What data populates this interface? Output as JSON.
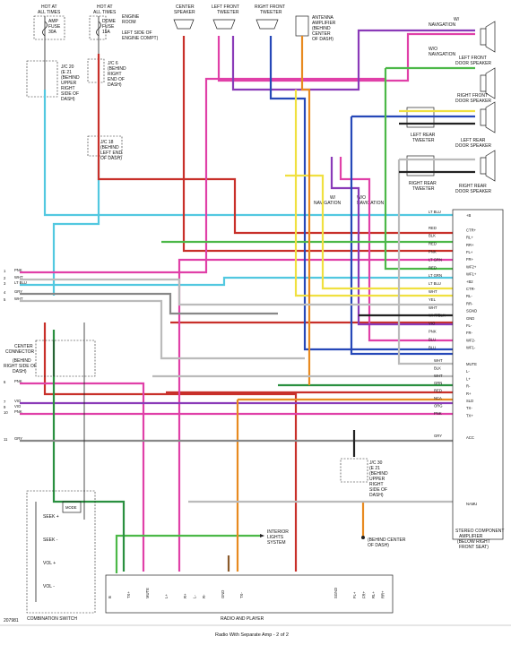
{
  "diagram_id": "207981",
  "page_title": "Radio With Separate Amp - 2 of 2",
  "fuses": [
    {
      "top": "HOT AT",
      "top2": "ALL TIMES",
      "name": "AMP",
      "l2": "FUSE",
      "l3": "30A"
    },
    {
      "top": "HOT AT",
      "top2": "ALL TIMES",
      "name": "DOME",
      "l2": "FUSE",
      "l3": "15A",
      "loc1": "ENGINE",
      "loc2": "ROOM",
      "loc3": "LEFT SIDE OF",
      "loc4": "ENGINE COMPT)"
    }
  ],
  "speakers_top": [
    {
      "l1": "CENTER",
      "l2": "SPEAKER"
    },
    {
      "l1": "LEFT FRONT",
      "l2": "TWEETER"
    },
    {
      "l1": "RIGHT FRONT",
      "l2": "TWEETER"
    }
  ],
  "antenna": {
    "l1": "ANTENNA",
    "l2": "AMPLIFIER",
    "l3": "(BEHIND",
    "l4": "CENTER",
    "l5": "OF DASH)"
  },
  "right_speakers": [
    {
      "l1": "LEFT FRONT",
      "l2": "DOOR SPEAKER"
    },
    {
      "l1": "RIGHT FRONT",
      "l2": "DOOR SPEAKER"
    },
    {
      "l1": "LEFT REAR",
      "l2": "DOOR SPEAKER"
    },
    {
      "l1": "RIGHT REAR",
      "l2": "DOOR SPEAKER"
    }
  ],
  "tweeters_mid": [
    {
      "l1": "LEFT REAR",
      "l2": "TWEETER"
    },
    {
      "l1": "RIGHT REAR",
      "l2": "TWEETER"
    }
  ],
  "nav_labels": {
    "w": "W/",
    "nav": "NAVIGATION",
    "wo": "W/O"
  },
  "jc": [
    {
      "l1": "J/C 20",
      "l2": "(E 21",
      "l3": "(BEHIND",
      "l4": "UPPER",
      "l5": "RIGHT",
      "l6": "SIDE OF",
      "l7": "DASH)"
    },
    {
      "l1": "J/C 6",
      "l2": "(BEHIND",
      "l3": "RIGHT",
      "l4": "END OF",
      "l5": "DASH)"
    },
    {
      "l1": "J/C 18",
      "l2": "(BEHIND",
      "l3": "LEFT END",
      "l4": "OF DASH)"
    },
    {
      "l1": "J/C 30",
      "l2": "(E 21",
      "l3": "(BEHIND",
      "l4": "UPPER",
      "l5": "RIGHT",
      "l6": "SIDE OF",
      "l7": "DASH)"
    }
  ],
  "center_connector": {
    "l1": "CENTER",
    "l2": "CONNECTOR",
    "l3": "(BEHIND",
    "l4": "RIGHT SIDE OF",
    "l5": "DASH)"
  },
  "amp": {
    "l1": "STEREO COMPONENT",
    "l2": "AMPLIFIER",
    "l3": "(BELOW RIGHT",
    "l4": "FRONT SEAT)"
  },
  "amp_pins_a": [
    "+B",
    "",
    "CTR+",
    "RL+",
    "RR+",
    "FL+",
    "FR+",
    "WF2+",
    "WF1+",
    "+B2",
    "CTR-",
    "RL-",
    "RR-",
    "SGND",
    "GND",
    "FL-",
    "FR-",
    "WF2-",
    "WF1-"
  ],
  "amp_pins_b": [
    "MUTE",
    "L-",
    "L+",
    "R-",
    "R+",
    "SLD",
    "TX-",
    "TX+",
    "",
    "",
    "ACC",
    "",
    "",
    "",
    "",
    "",
    "",
    "",
    "",
    "NAMU"
  ],
  "left_labels": [
    {
      "n": "1",
      "c": "PNK"
    },
    {
      "n": "2",
      "c": "WHT"
    },
    {
      "n": "3",
      "c": "LT BLU"
    },
    {
      "n": "4",
      "c": "GRY"
    },
    {
      "n": "5",
      "c": "WHT"
    },
    {
      "n": "6",
      "c": "PNK"
    },
    {
      "n": "7",
      "c": "VIO"
    },
    {
      "n": "9",
      "c": "VIO"
    },
    {
      "n": "10",
      "c": "PNK"
    },
    {
      "n": "11",
      "c": "GRY"
    }
  ],
  "wire_labels_amp": [
    "LT BLU",
    "",
    "RED",
    "BLK",
    "RED",
    "PNK",
    "LT GRN",
    "RED",
    "LT GRN",
    "LT BLU",
    "WHT",
    "YEL",
    "WHT",
    "WHT/BLK",
    "VIO",
    "PNK",
    "BLU",
    "BLU"
  ],
  "wire_labels_amp_b": [
    "WHT",
    "BLK",
    "WHT",
    "GRN",
    "RED",
    "NCA",
    "ORG",
    "PNK",
    "",
    "",
    "GRY"
  ],
  "radio": {
    "label": "RADIO AND PLAYER"
  },
  "radio_pins": [
    "B",
    "",
    "TX+",
    "",
    "MUTE",
    "",
    "L+",
    "",
    "R+",
    "L-",
    "R-",
    "",
    "GND",
    "",
    "TX-",
    "",
    "",
    "",
    "",
    "",
    "",
    "",
    "",
    "",
    "SGND",
    "",
    "FL+",
    "FR+",
    "RL+",
    "RR+"
  ],
  "interior_lights": {
    "l1": "INTERIOR",
    "l2": "LIGHTS",
    "l3": "SYSTEM"
  },
  "ground": {
    "l1": "(BEHIND CENTER",
    "l2": "OF DASH)"
  },
  "combo_switch": {
    "label": "COMBINATION SWITCH",
    "seek_up": "SEEK +",
    "seek_dn": "SEEK -",
    "vol_up": "VOL +",
    "vol_dn": "VOL -",
    "mode": "MODE"
  },
  "palette": {
    "lt_blu": "#52c8e0",
    "red": "#c8302a",
    "pnk": "#e040a8",
    "vio": "#8a3ab8",
    "lt_grn": "#4cb848",
    "grn": "#2a9040",
    "blu": "#2648b8",
    "yel": "#f0e040",
    "org": "#e88a20",
    "wht": "#bbbbbb",
    "gry": "#888888",
    "blk": "#222222",
    "brn": "#8a5a2a"
  }
}
